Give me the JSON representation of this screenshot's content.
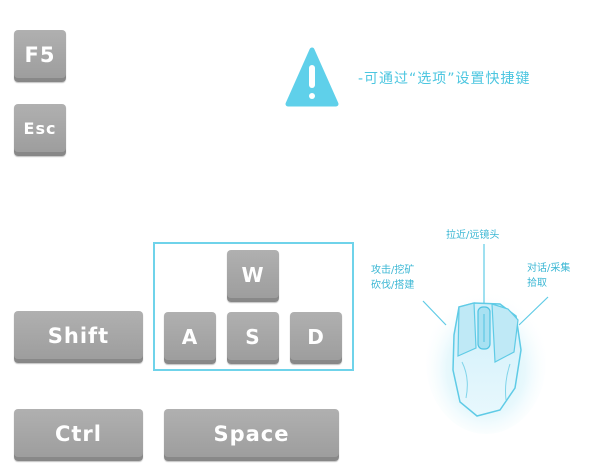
{
  "keys": {
    "f5": "F5",
    "esc": "Esc",
    "w": "W",
    "a": "A",
    "s": "S",
    "d": "D",
    "shift": "Shift",
    "ctrl": "Ctrl",
    "space": "Space"
  },
  "notice": {
    "text": "-可通过“选项”设置快捷键",
    "icon": "warning-icon",
    "color": "#5fd0ea"
  },
  "mouse": {
    "top_label": "拉近/远镜头",
    "left_label_line1": "攻击/挖矿",
    "left_label_line2": "砍伐/搭建",
    "right_label_line1": "对话/采集",
    "right_label_line2": "拾取"
  },
  "colors": {
    "key_gray": "#a6a6a6",
    "accent": "#5fd0ea",
    "label_text": "#3bb7d4"
  }
}
